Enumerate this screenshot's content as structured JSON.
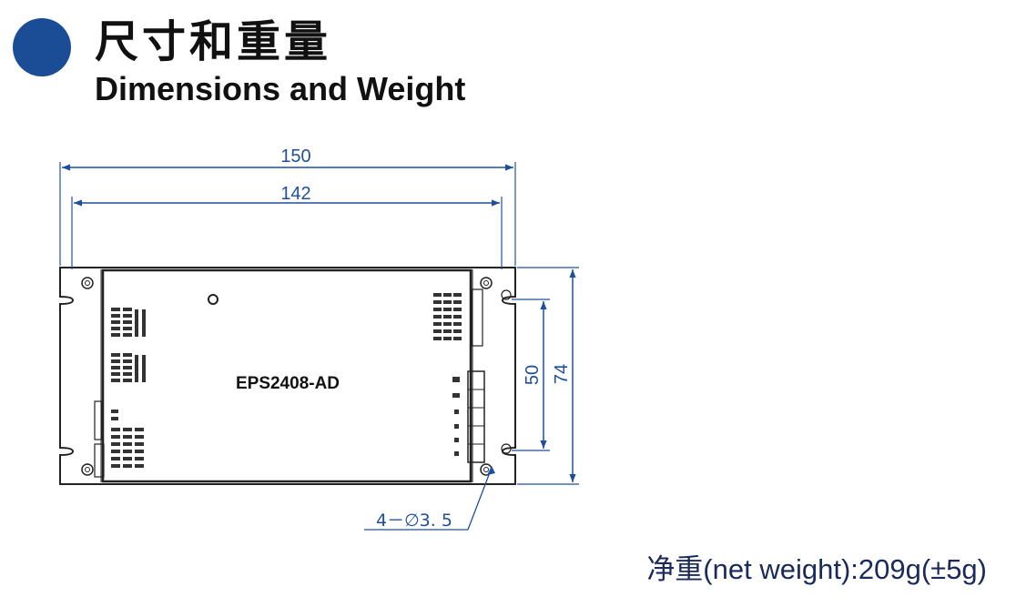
{
  "header": {
    "title_cn": "尺寸和重量",
    "title_en": "Dimensions and Weight"
  },
  "drawing": {
    "model": "EPS2408-AD",
    "dimensions": {
      "overall_width": "150",
      "mounting_width": "142",
      "mounting_height": "50",
      "overall_height": "74",
      "holes": "4－∅3. 5"
    },
    "colors": {
      "dimension": "#1f4f9c",
      "outline": "#222222",
      "bullet": "#1a4d96"
    }
  },
  "footer": {
    "net_weight": "净重(net weight):209g(±5g)"
  }
}
